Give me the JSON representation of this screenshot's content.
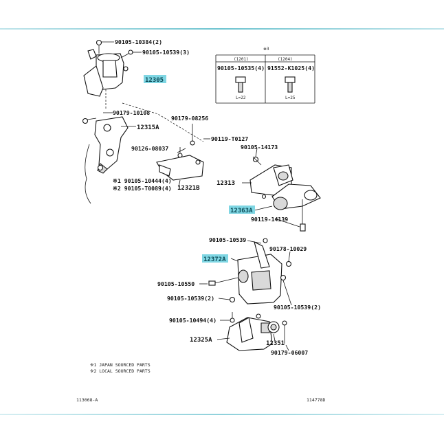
{
  "labels": {
    "p_90105_10384": "90105-10384(2)",
    "p_90105_10539_3": "90105-10539(3)",
    "p_12305": "12305",
    "p_90179_10108": "90179-10108",
    "p_12315A": "12315A",
    "p_90179_08256": "90179-08256",
    "p_90119_T0127": "90119-T0127",
    "p_90126_08037": "90126-08037",
    "p_90105_14173": "90105-14173",
    "p_12321B": "12321B",
    "p_12313": "12313",
    "p_12363A": "12363A",
    "p_90119_14139": "90119-14139",
    "p_90105_10444": "※1 90105-10444(4)",
    "p_90105_T0089": "※2 90105-T0089(4)",
    "p_90105_10539_a": "90105-10539",
    "p_90178_10029": "90178-10029",
    "p_12372A": "12372A",
    "p_90105_10550": "90105-10550",
    "p_90105_10539_2a": "90105-10539(2)",
    "p_90105_10539_2b": "90105-10539(2)",
    "p_90105_10494": "90105-10494(4)",
    "p_12325A": "12325A",
    "p_12351": "12351",
    "p_90179_06007": "90179-06007"
  },
  "table": {
    "note_mark": "※3",
    "col1_header": "(1201)",
    "col2_header": "(1204)",
    "col1_part": "90105-10535(4)",
    "col2_part": "91552-K1025(4)",
    "col1_len": "L=22",
    "col2_len": "L=25"
  },
  "footnotes": {
    "note1": "※1 JAPAN SOURCED PARTS",
    "note2": "※2 LOCAL SOURCED PARTS"
  },
  "footer": {
    "left_code": "113068-A",
    "right_code": "114778D"
  },
  "colors": {
    "highlight": "#7fd6e3",
    "rule": "#6cc3cf"
  }
}
